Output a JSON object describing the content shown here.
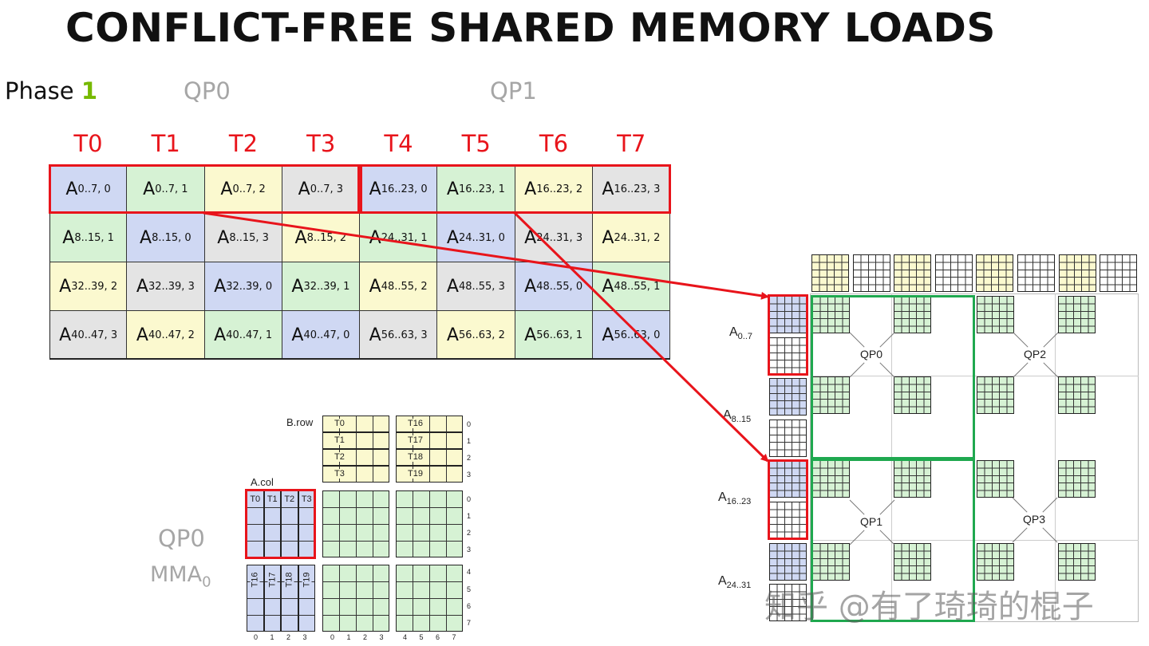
{
  "title": "CONFLICT-FREE SHARED MEMORY LOADS",
  "phase": {
    "label": "Phase",
    "number": "1"
  },
  "qp_headers": [
    "QP0",
    "QP1"
  ],
  "thread_labels": [
    "T0",
    "T1",
    "T2",
    "T3",
    "T4",
    "T5",
    "T6",
    "T7"
  ],
  "matrix_rows": [
    [
      {
        "base": "A",
        "sub": "0..7, 0",
        "color": "blue"
      },
      {
        "base": "A",
        "sub": "0..7, 1",
        "color": "green"
      },
      {
        "base": "A",
        "sub": "0..7, 2",
        "color": "yellow"
      },
      {
        "base": "A",
        "sub": "0..7, 3",
        "color": "gray"
      },
      {
        "base": "A",
        "sub": "16..23, 0",
        "color": "blue"
      },
      {
        "base": "A",
        "sub": "16..23, 1",
        "color": "green"
      },
      {
        "base": "A",
        "sub": "16..23, 2",
        "color": "yellow"
      },
      {
        "base": "A",
        "sub": "16..23, 3",
        "color": "gray"
      }
    ],
    [
      {
        "base": "A",
        "sub": "8..15, 1",
        "color": "green"
      },
      {
        "base": "A",
        "sub": "8..15, 0",
        "color": "blue"
      },
      {
        "base": "A",
        "sub": "8..15, 3",
        "color": "gray"
      },
      {
        "base": "A",
        "sub": "8..15, 2",
        "color": "yellow"
      },
      {
        "base": "A",
        "sub": "24..31, 1",
        "color": "green"
      },
      {
        "base": "A",
        "sub": "24..31, 0",
        "color": "blue"
      },
      {
        "base": "A",
        "sub": "24..31, 3",
        "color": "gray"
      },
      {
        "base": "A",
        "sub": "24..31, 2",
        "color": "yellow"
      }
    ],
    [
      {
        "base": "A",
        "sub": "32..39, 2",
        "color": "yellow"
      },
      {
        "base": "A",
        "sub": "32..39, 3",
        "color": "gray"
      },
      {
        "base": "A",
        "sub": "32..39, 0",
        "color": "blue"
      },
      {
        "base": "A",
        "sub": "32..39, 1",
        "color": "green"
      },
      {
        "base": "A",
        "sub": "48..55, 2",
        "color": "yellow"
      },
      {
        "base": "A",
        "sub": "48..55, 3",
        "color": "gray"
      },
      {
        "base": "A",
        "sub": "48..55, 0",
        "color": "blue"
      },
      {
        "base": "A",
        "sub": "48..55, 1",
        "color": "green"
      }
    ],
    [
      {
        "base": "A",
        "sub": "40..47, 3",
        "color": "gray"
      },
      {
        "base": "A",
        "sub": "40..47, 2",
        "color": "yellow"
      },
      {
        "base": "A",
        "sub": "40..47, 1",
        "color": "green"
      },
      {
        "base": "A",
        "sub": "40..47, 0",
        "color": "blue"
      },
      {
        "base": "A",
        "sub": "56..63, 3",
        "color": "gray"
      },
      {
        "base": "A",
        "sub": "56..63, 2",
        "color": "yellow"
      },
      {
        "base": "A",
        "sub": "56..63, 1",
        "color": "green"
      },
      {
        "base": "A",
        "sub": "56..63, 0",
        "color": "blue"
      }
    ]
  ],
  "mma": {
    "brow_label": "B.row",
    "acol_label": "A.col",
    "brow_left": [
      "T0",
      "T1",
      "T2",
      "T3"
    ],
    "brow_right": [
      "T16",
      "T17",
      "T18",
      "T19"
    ],
    "acol_top": [
      "T0",
      "T1",
      "T2",
      "T3"
    ],
    "acol_bottom": [
      "T16",
      "T17",
      "T18",
      "T19"
    ],
    "row_index": [
      "0",
      "1",
      "2",
      "3",
      "0",
      "1",
      "2",
      "3",
      "4",
      "5",
      "6",
      "7"
    ],
    "col_index_left": [
      "0",
      "1",
      "2",
      "3"
    ],
    "col_index_mid": [
      "0",
      "1",
      "2",
      "3"
    ],
    "col_index_right": [
      "4",
      "5",
      "6",
      "7"
    ],
    "qp_label": "QP0",
    "mma_label": "MMA",
    "mma_sub": "0"
  },
  "right_diagram": {
    "row_labels": [
      {
        "base": "A",
        "sub": "0..7"
      },
      {
        "base": "A",
        "sub": "8..15"
      },
      {
        "base": "A",
        "sub": "16..23"
      },
      {
        "base": "A",
        "sub": "24..31"
      }
    ],
    "quad_pairs": [
      "QP0",
      "QP2",
      "QP1",
      "QP3"
    ]
  },
  "watermark": "知乎 @有了琦琦的棍子",
  "colors": {
    "blue": "#cfd8f3",
    "green": "#d6f2d4",
    "yellow": "#fbf9cf",
    "gray": "#e4e4e4",
    "red": "#e8141b",
    "nv_green": "#76b900",
    "qp_green": "#1fa84f"
  }
}
